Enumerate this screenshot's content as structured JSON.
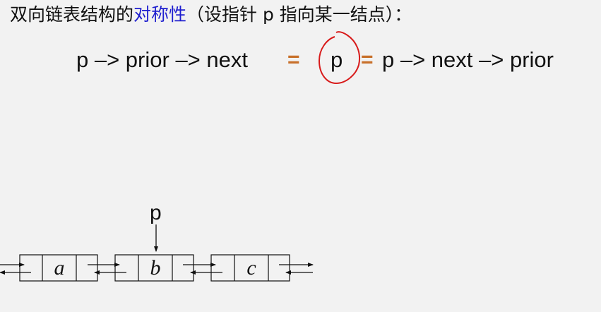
{
  "title": {
    "prefix": "双向链表结构的",
    "highlight": "对称性",
    "suffix": "（设指针 p 指向某一结点）："
  },
  "formula": {
    "lhs": "p –> prior –> next",
    "eq1": "=",
    "middle": "p",
    "eq2": "=",
    "rhs": "p –> next –> prior"
  },
  "diagram": {
    "pointer_label": "p",
    "nodes": [
      {
        "label": "a"
      },
      {
        "label": "b"
      },
      {
        "label": "c"
      }
    ]
  },
  "colors": {
    "highlight": "#1f1fcf",
    "equals": "#c8702a",
    "circle": "#d81b1b",
    "background": "#f2f2f2"
  }
}
